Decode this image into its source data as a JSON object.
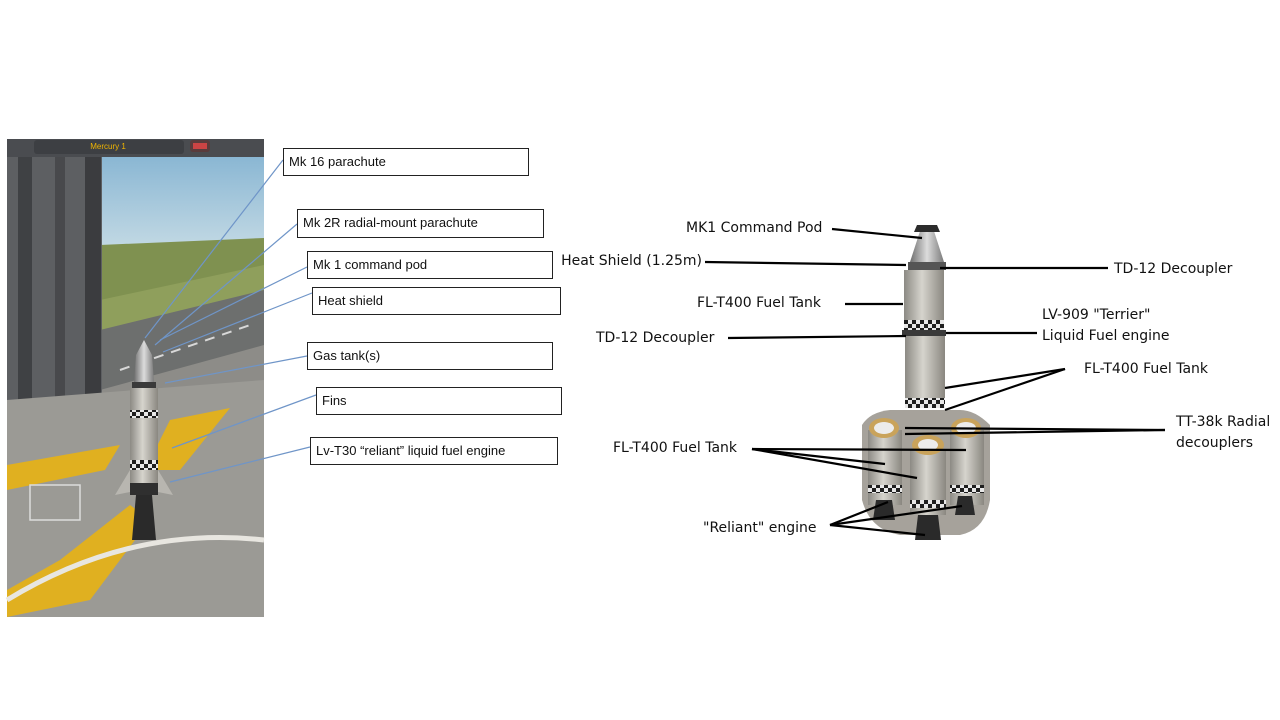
{
  "left_panel": {
    "screen_title": "Mercury 1",
    "labels": [
      "Mk 16 parachute",
      "Mk 2R radial-mount parachute",
      "Mk 1 command pod",
      "Heat shield",
      "Gas tank(s)",
      "Fins",
      "Lv-T30 “reliant” liquid fuel engine"
    ]
  },
  "right_panel": {
    "labels": {
      "command_pod": "MK1 Command Pod",
      "heat_shield": "Heat Shield (1.25m)",
      "decoupler_right": "TD-12 Decoupler",
      "fuel_tank_upper": "FL-T400 Fuel Tank",
      "decoupler_left": "TD-12 Decoupler",
      "terrier_line1": "LV-909 \"Terrier\"",
      "terrier_line2": "Liquid Fuel engine",
      "fuel_tank_right": "FL-T400 Fuel Tank",
      "radial_line1": "TT-38k Radial",
      "radial_line2": "decouplers",
      "fuel_tank_lower": "FL-T400 Fuel Tank",
      "reliant": "\"Reliant\" engine"
    }
  },
  "colors": {
    "leader_line_left": "#6f95c8",
    "leader_line_right": "#000000",
    "hazard_yellow": "#e6b520",
    "sky": "#9fc4dc",
    "grass": "#8a9a55"
  }
}
